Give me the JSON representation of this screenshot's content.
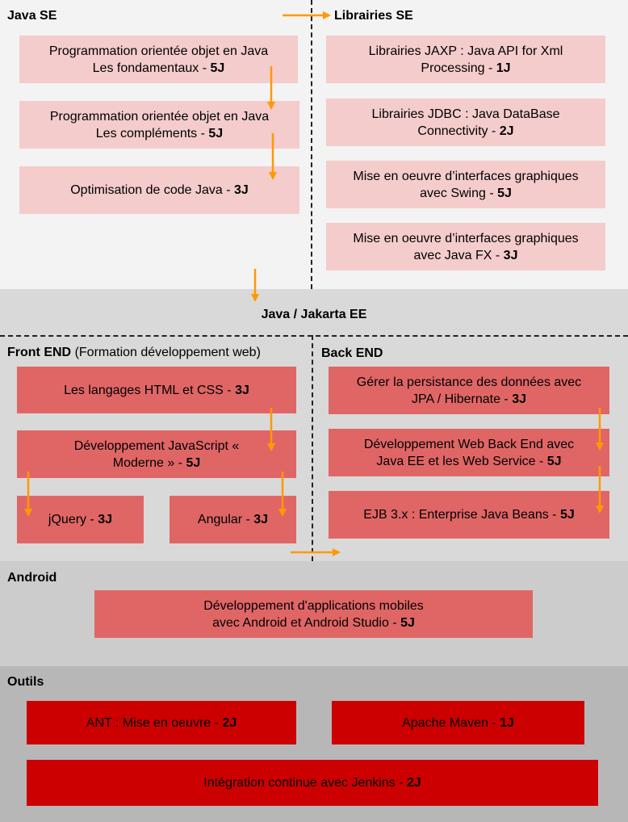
{
  "colors": {
    "pink": "#f4cccc",
    "coral": "#e06666",
    "red": "#cc0000",
    "arrow": "#ff9900"
  },
  "sections": {
    "java_se": "Java SE",
    "librairies_se": "Librairies SE",
    "java_ee": "Java / Jakarta EE",
    "front_end": "Front END",
    "front_end_note": "(Formation développement web)",
    "back_end": "Back END",
    "android": "Android",
    "outils": "Outils"
  },
  "boxes": {
    "poo_fondamentaux": {
      "line1": "Programmation orientée objet en Java",
      "line2": "Les fondamentaux - ",
      "days": "5J"
    },
    "poo_complements": {
      "line1": "Programmation orientée objet en Java",
      "line2": "Les compléments - ",
      "days": "5J"
    },
    "optimisation": {
      "line1": "Optimisation de code Java - ",
      "days": "3J"
    },
    "jaxp": {
      "line1": "Librairies JAXP : Java API for Xml",
      "line2": "Processing - ",
      "days": "1J"
    },
    "jdbc": {
      "line1": "Librairies JDBC : Java DataBase",
      "line2": "Connectivity - ",
      "days": "2J"
    },
    "swing": {
      "line1": "Mise en oeuvre d’interfaces graphiques",
      "line2": "avec Swing - ",
      "days": "5J"
    },
    "javafx": {
      "line1": "Mise en oeuvre d’interfaces graphiques",
      "line2": "avec Java FX - ",
      "days": "3J"
    },
    "html_css": {
      "line1": "Les langages HTML et CSS - ",
      "days": "3J"
    },
    "javascript": {
      "line1": "Développement JavaScript «",
      "line2": "Moderne » - ",
      "days": "5J"
    },
    "jquery": {
      "line1": "jQuery - ",
      "days": "3J"
    },
    "angular": {
      "line1": "Angular - ",
      "days": "3J"
    },
    "jpa": {
      "line1": "Gérer la persistance des données avec",
      "line2": "JPA / Hibernate - ",
      "days": "3J"
    },
    "webservice": {
      "line1": "Développement Web Back End avec",
      "line2": "Java EE et les Web Service - ",
      "days": "5J"
    },
    "ejb": {
      "line1": "EJB 3.x : Enterprise Java Beans - ",
      "days": "5J"
    },
    "android_dev": {
      "line1": "Développement d'applications mobiles",
      "line2": "avec Android et Android Studio - ",
      "days": "5J"
    },
    "ant": {
      "line1": "ANT : Mise en oeuvre - ",
      "days": "2J"
    },
    "maven": {
      "line1": "Apache Maven - ",
      "days": "1J"
    },
    "jenkins": {
      "line1": "Intégration continue avec Jenkins - ",
      "days": "2J"
    }
  }
}
